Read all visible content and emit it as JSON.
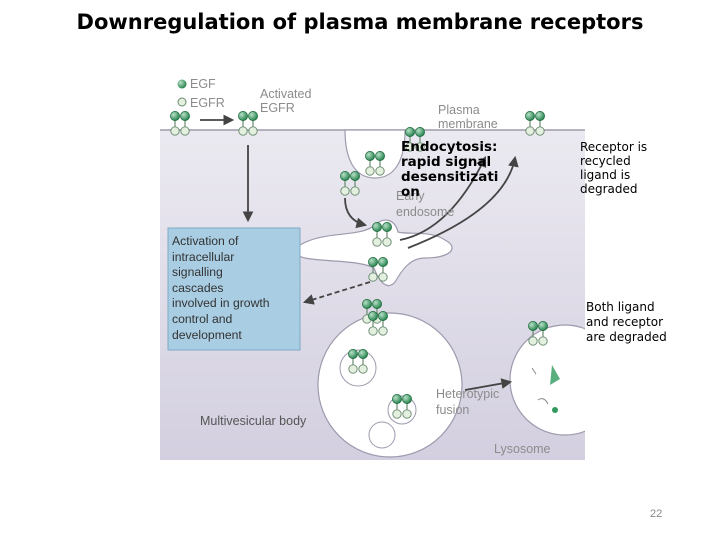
{
  "slide": {
    "title": "Downregulation of plasma membrane receptors",
    "page_number": "22"
  },
  "figure": {
    "egf_label": "EGF",
    "egfr_label": "EGFR",
    "activated_label": [
      "Activated",
      "EGFR"
    ],
    "plasma_membrane_label": [
      "Plasma",
      "membrane"
    ],
    "early_endosome_label": [
      "Early",
      "endosome"
    ],
    "multivesicular_body_label": "Multivesicular body",
    "heterotypic_fusion_label": [
      "Heterotypic",
      "fusion"
    ],
    "lysosome_label": "Lysosome",
    "signalling_box_lines": [
      "Activation of",
      "intracellular",
      "signalling",
      "cascades",
      "involved in growth",
      "control and",
      "development"
    ]
  },
  "callouts": {
    "endocytosis_lines": [
      "Endocytosis:",
      "rapid signal",
      "desensitizati",
      "on"
    ],
    "recycled_lines": [
      "Receptor is",
      "recycled",
      "ligand is",
      "degraded"
    ],
    "degraded_lines": [
      "Both ligand",
      "and receptor",
      "are degraded"
    ]
  },
  "colors": {
    "cytoplasm_top": "#e6e4ec",
    "cytoplasm_bottom": "#d4d0e0",
    "membrane_fill": "#ffffff",
    "signalling_box": "#a9cde3",
    "receptor_green": "#2f9a5c",
    "receptor_pale": "#e3f0df",
    "arrow": "#444444"
  }
}
